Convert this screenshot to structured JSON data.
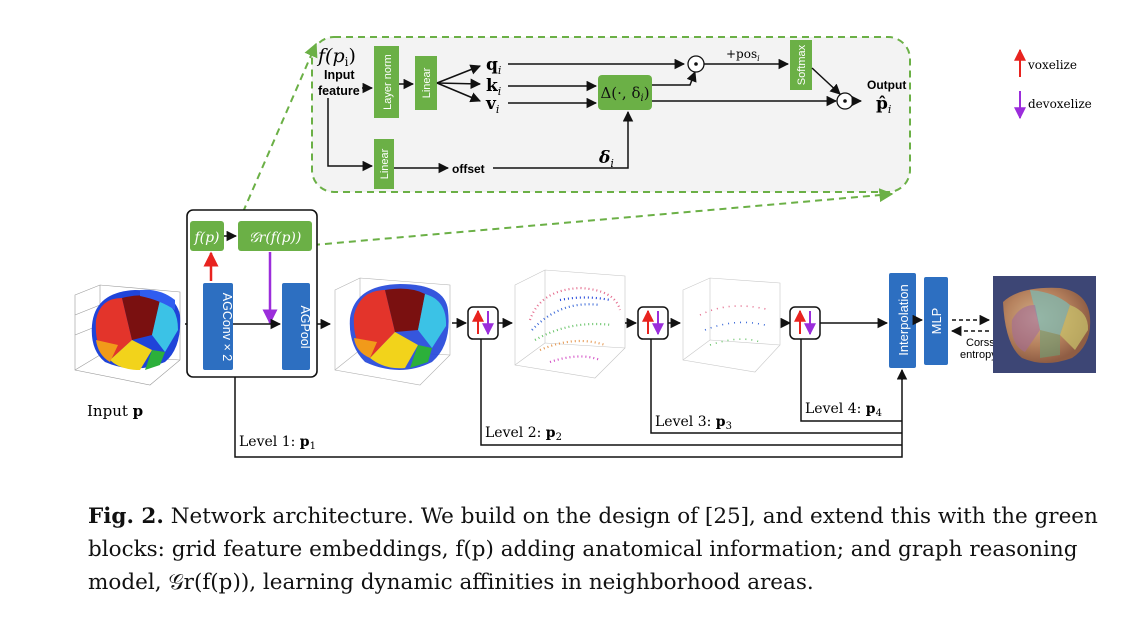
{
  "colors": {
    "green": "#6bb046",
    "blue": "#2d6fc1",
    "red": "#e8231f",
    "purple": "#9b2ddb",
    "dash_green": "#6bb046"
  },
  "detail": {
    "f_pi": "f(p",
    "f_pi_sub": "i",
    "f_pi_close": ")",
    "input_label": "Input",
    "feature_label": "feature",
    "layer_norm": "Layer norm",
    "linear_top": "Linear",
    "linear_bottom": "Linear",
    "q": "q",
    "k": "k",
    "v": "v",
    "sub_i": "i",
    "delta_func": "Δ(·, δ",
    "delta_func_close": ")",
    "pos": "+pos",
    "softmax": "Softmax",
    "output_label": "Output",
    "p_hat": "p̂",
    "offset": "offset",
    "delta": "δ"
  },
  "legend": {
    "voxelize": "voxelize",
    "devoxelize": "devoxelize"
  },
  "block": {
    "fp": "f(p)",
    "gr": "𝒢r(f(p))",
    "agconv": "AGConv × 2",
    "agpool": "AGPool"
  },
  "right": {
    "interpolation": "Interpolation",
    "mlp": "MLP",
    "corss": "Corss",
    "entropy": "entropy"
  },
  "input_label": "Input",
  "input_bold": "p",
  "levels": [
    {
      "text": "Level 1:",
      "p": "p",
      "sub": "1"
    },
    {
      "text": "Level 2:",
      "p": "p",
      "sub": "2"
    },
    {
      "text": "Level 3:",
      "p": "p",
      "sub": "3"
    },
    {
      "text": "Level 4:",
      "p": "p",
      "sub": "4"
    }
  ],
  "caption": {
    "fig": "Fig. 2.",
    "text": "Network architecture. We build on the design of [25], and extend this with the green blocks: grid feature embeddings, f(p) adding anatomical information; and graph reasoning model, 𝒢r(f(p)), learning dynamic affinities in neighborhood areas."
  }
}
